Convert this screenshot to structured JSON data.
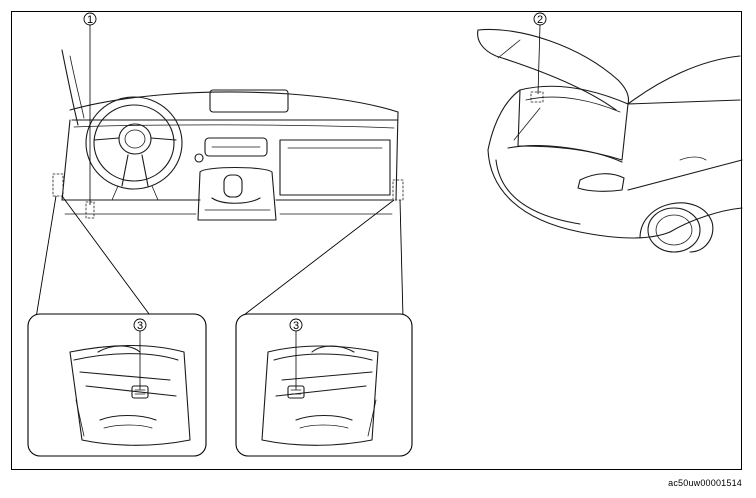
{
  "callouts": {
    "one": "1",
    "two": "2",
    "three_left": "3",
    "three_right": "3"
  },
  "caption": "ac50uw00001514"
}
